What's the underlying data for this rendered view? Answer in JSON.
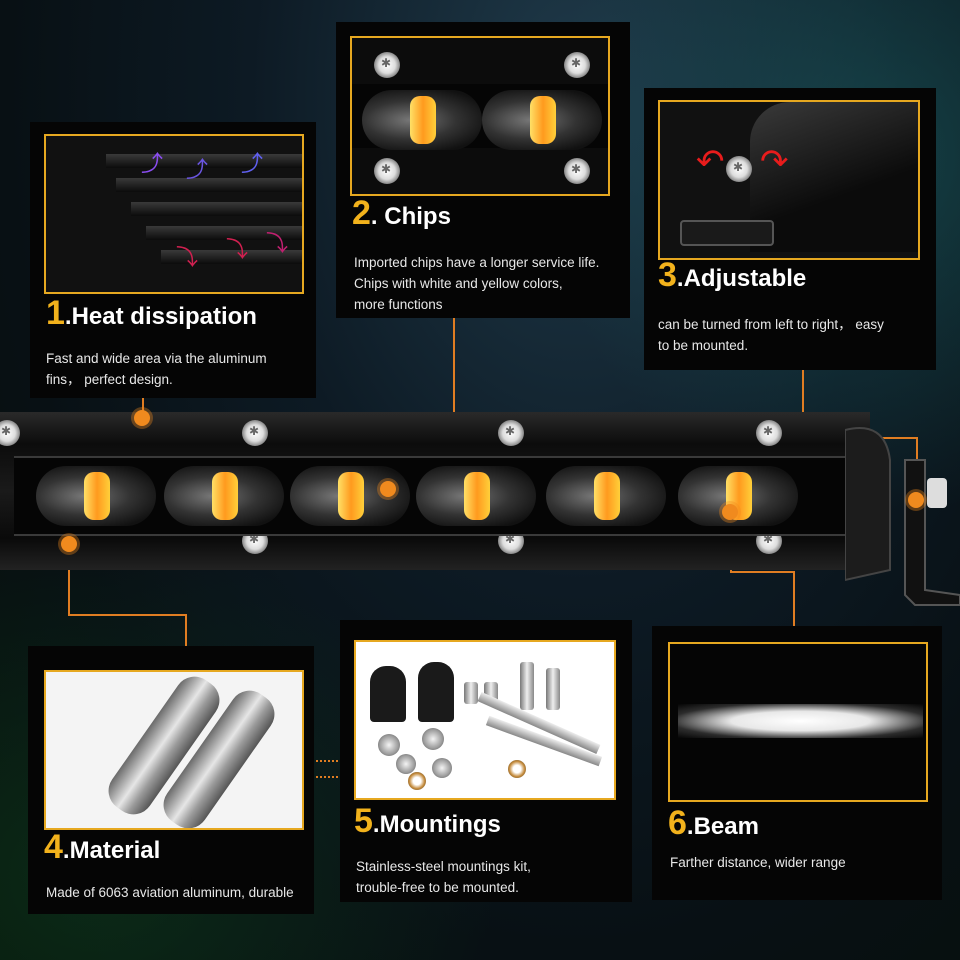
{
  "features": [
    {
      "number": "1",
      "title": ".Heat dissipation",
      "lines": [
        "Fast and wide area via the aluminum",
        "fins， perfect design."
      ]
    },
    {
      "number": "2",
      "title": ". Chips",
      "lines": [
        "Imported chips have a longer service life.",
        "Chips with white and yellow colors,",
        "more functions"
      ]
    },
    {
      "number": "3",
      "title": ".Adjustable",
      "lines": [
        "can be turned from left to right， easy",
        "to be mounted."
      ]
    },
    {
      "number": "4",
      "title": ".Material",
      "lines": [
        "Made of 6063 aviation aluminum, durable"
      ]
    },
    {
      "number": "5",
      "title": ".Mountings",
      "lines": [
        "Stainless-steel mountings kit,",
        "trouble-free to be mounted."
      ]
    },
    {
      "number": "6",
      "title": ".Beam",
      "lines": [
        "Farther distance, wider range"
      ]
    }
  ],
  "colors": {
    "accent": "#f2b21c",
    "connector": "#e07d22",
    "frame": "#e6a820",
    "lens_core": "#ff9a1e"
  },
  "icons": [
    "airflow-arrow-icon",
    "rotate-left-arrow-icon",
    "rotate-right-arrow-icon",
    "screw-icon"
  ]
}
